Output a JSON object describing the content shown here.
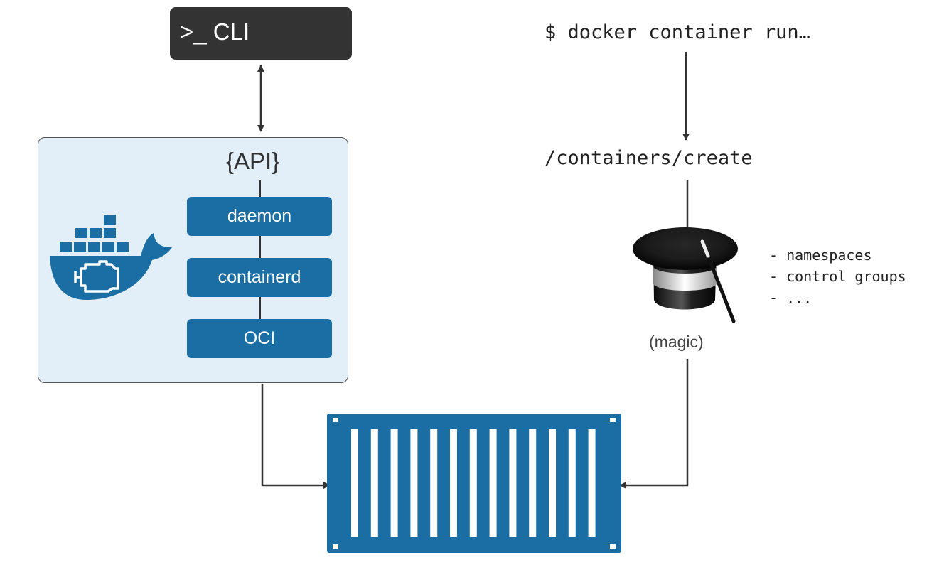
{
  "cli": {
    "label": ">_ CLI"
  },
  "engine": {
    "api_label": "{API}",
    "layers": [
      "daemon",
      "containerd",
      "OCI"
    ]
  },
  "command": {
    "text": "$ docker container run…"
  },
  "endpoint": {
    "text": "/containers/create"
  },
  "kernel_features": [
    "- namespaces",
    "- control groups",
    "- ..."
  ],
  "magic": {
    "label": "(magic)"
  },
  "colors": {
    "docker_blue": "#1a6ea4",
    "panel_bg": "#e3eff8",
    "cli_bg": "#333333",
    "line": "#333333"
  },
  "icons": [
    "docker-whale-icon",
    "engine-icon",
    "magic-hat-icon",
    "shipping-container-icon"
  ]
}
